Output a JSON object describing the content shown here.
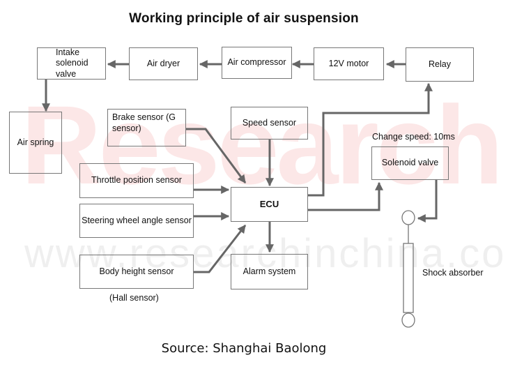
{
  "title": "Working principle of air suspension",
  "source": "Source: Shanghai Baolong",
  "watermark": {
    "brand": "ResearchInChina",
    "url": "www.researchinchina.com"
  },
  "boxes": {
    "intake_valve": "Intake solenoid valve",
    "air_dryer": "Air dryer",
    "air_compressor": "Air compressor",
    "motor": "12V motor",
    "relay": "Relay",
    "air_spring": "Air spring",
    "brake_sensor": "Brake sensor (G sensor)",
    "speed_sensor": "Speed sensor",
    "throttle_sensor": "Throttle position sensor",
    "steering_sensor": "Steering wheel angle sensor",
    "body_height_sensor": "Body height sensor",
    "ecu": "ECU",
    "alarm_system": "Alarm system",
    "solenoid_valve": "Solenoid valve"
  },
  "labels": {
    "hall_sensor": "(Hall sensor)",
    "change_speed": "Change speed: 10ms",
    "shock_absorber": "Shock absorber"
  },
  "colors": {
    "arrow": "#666666",
    "box_border": "#777777"
  }
}
